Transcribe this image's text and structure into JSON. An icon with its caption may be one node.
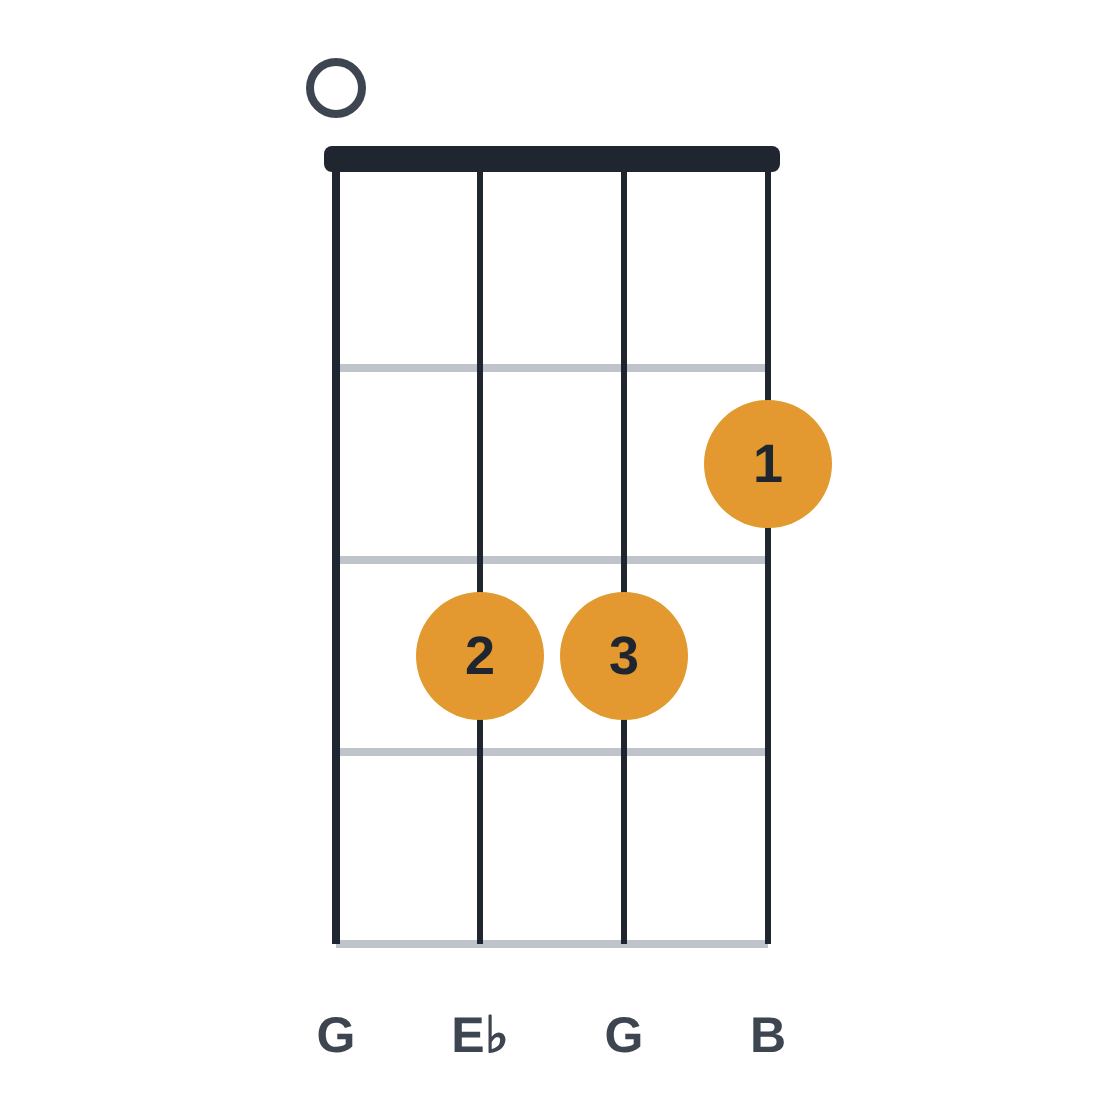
{
  "diagram": {
    "nodes": [
      {
        "text": [],
        "shape": "circle"
      },
      {
        "text": [
          "1"
        ]
      },
      {
        "text": [
          "2"
        ]
      },
      {
        "text": [
          "3"
        ]
      }
    ],
    "labels": [
      "G",
      "E♭",
      "G",
      "B"
    ]
  }
}
